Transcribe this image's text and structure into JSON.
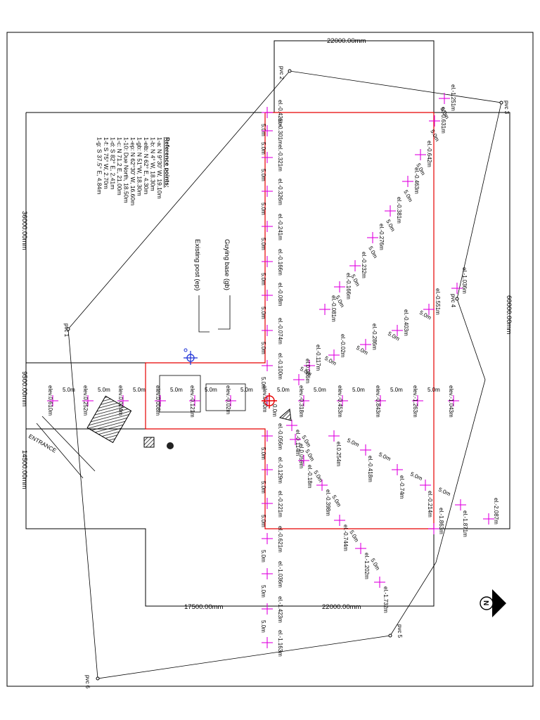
{
  "dimensions": {
    "top": "22000.00mm",
    "bottom_left": "17500.00mm",
    "bottom_right": "22000.00mm",
    "left_top": "36000.00mm",
    "left_mid": "9500.00mm",
    "left_bottom": "14500.00mm",
    "right": "60000.00mm"
  },
  "reference_points": {
    "heading": "Reference points:",
    "lines": [
      "1-a: N 9°30' W, 19.10m",
      "1-b: N 4° W, 18.30m",
      "1-elb: N 62° E, 4.30m",
      "1-gb: N 51°W, 18.30m",
      "1-ep: N 62°30' W, 16.60m",
      "1-10: Due North, 18.50m",
      "1-c: N 71.2 E, 21.00m",
      "1-d: S 82° E, 2.41m",
      "1-f: S 75° W, 2.70m",
      "1-g: S 37.5° E, 4.84m"
    ]
  },
  "labels": {
    "guying_base": "Guying base (gb)",
    "existing_post": "Existing post (ep)",
    "entrance": "ENTRANCE"
  },
  "pvcs": [
    "pvc 1",
    "pvc 2",
    "pvc 3",
    "pvc 4",
    "pvc 5",
    "pvc 6"
  ],
  "spacing": "5.0m",
  "elevations": {
    "center_col": [
      "el.-0.421m",
      "el.-0.301m",
      "el.-0.321m",
      "el.-0.326m",
      "el.-0.241m",
      "el.-0.166m",
      "el.-0.08m",
      "el.-0.074m",
      "el.-0.100m",
      "el.-0.056m",
      "el.-0.129m",
      "el.-0.221m",
      "el.-0.621m",
      "el.-1.036m",
      "el.-1.423m",
      "el.-1.163m"
    ],
    "diag_upper": [
      "el.-1.251m",
      "el.-0.631m",
      "el.-0.642m",
      "el.-0.463m",
      "el.-0.381m",
      "el.-0.276m",
      "el.-0.232m",
      "el.-0.166m",
      "el.-0.081m"
    ],
    "diag_mid": [
      "el.-0.551m",
      "el.-0.403m",
      "el.-0.286m",
      "el.-0.02m",
      "el.-0.117m",
      "el.0.086m"
    ],
    "right_edge": [
      "el.-1.036m",
      "el.-1.863m",
      "el.-2.087m"
    ],
    "horiz_row": [
      "elev.0.610m",
      "elev.0.252m",
      "elev.0.024m",
      "elev.0.008m",
      "elev.-0.121m",
      "elev.-0.02m",
      "elev.0.00m",
      "elev.-0.318m",
      "elev.-0.453m",
      "elev.-0.843m",
      "elev.-1.263m",
      "elev.-1.043m"
    ],
    "lower_diag1": [
      "el.-0.114m",
      "el.0.059m",
      "el.-0.18m",
      "el.-0.398m",
      "el.-0.744m",
      "el.-1.202m",
      "el.-1.732m"
    ],
    "lower_diag2": [
      "el.0.254m",
      "el.-0.418m",
      "el.-0.74m",
      "el.-0.214m",
      "el.-1.871m"
    ],
    "origin": "0.0m"
  },
  "colors": {
    "boundary": "#e60000",
    "survey_point": "#e000e0",
    "station": "#1a2fd6"
  },
  "icons": [
    "north-arrow-icon",
    "survey-station-icon",
    "benchmark-icon"
  ],
  "north_arrow": {
    "label": "N"
  }
}
